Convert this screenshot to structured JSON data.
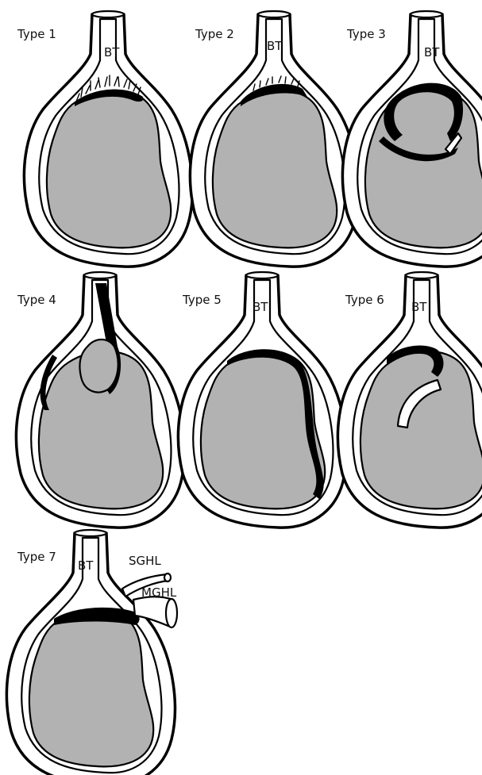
{
  "figure": {
    "panels": [
      {
        "type_label": "Type 1",
        "bt_label": "BT"
      },
      {
        "type_label": "Type 2",
        "bt_label": "BT"
      },
      {
        "type_label": "Type 3",
        "bt_label": "BT"
      },
      {
        "type_label": "Type 4",
        "bt_label": ""
      },
      {
        "type_label": "Type 5",
        "bt_label": "BT"
      },
      {
        "type_label": "Type 6",
        "bt_label": "BT"
      },
      {
        "type_label": "Type 7",
        "bt_label": "BT"
      }
    ],
    "ligament_labels": {
      "sghl": "SGHL",
      "mghl": "MGHL"
    }
  },
  "colors": {
    "glenoid_fill": "#b2b2b2",
    "lesion_fill": "#000000",
    "outline": "#000000",
    "background": "#ffffff"
  }
}
